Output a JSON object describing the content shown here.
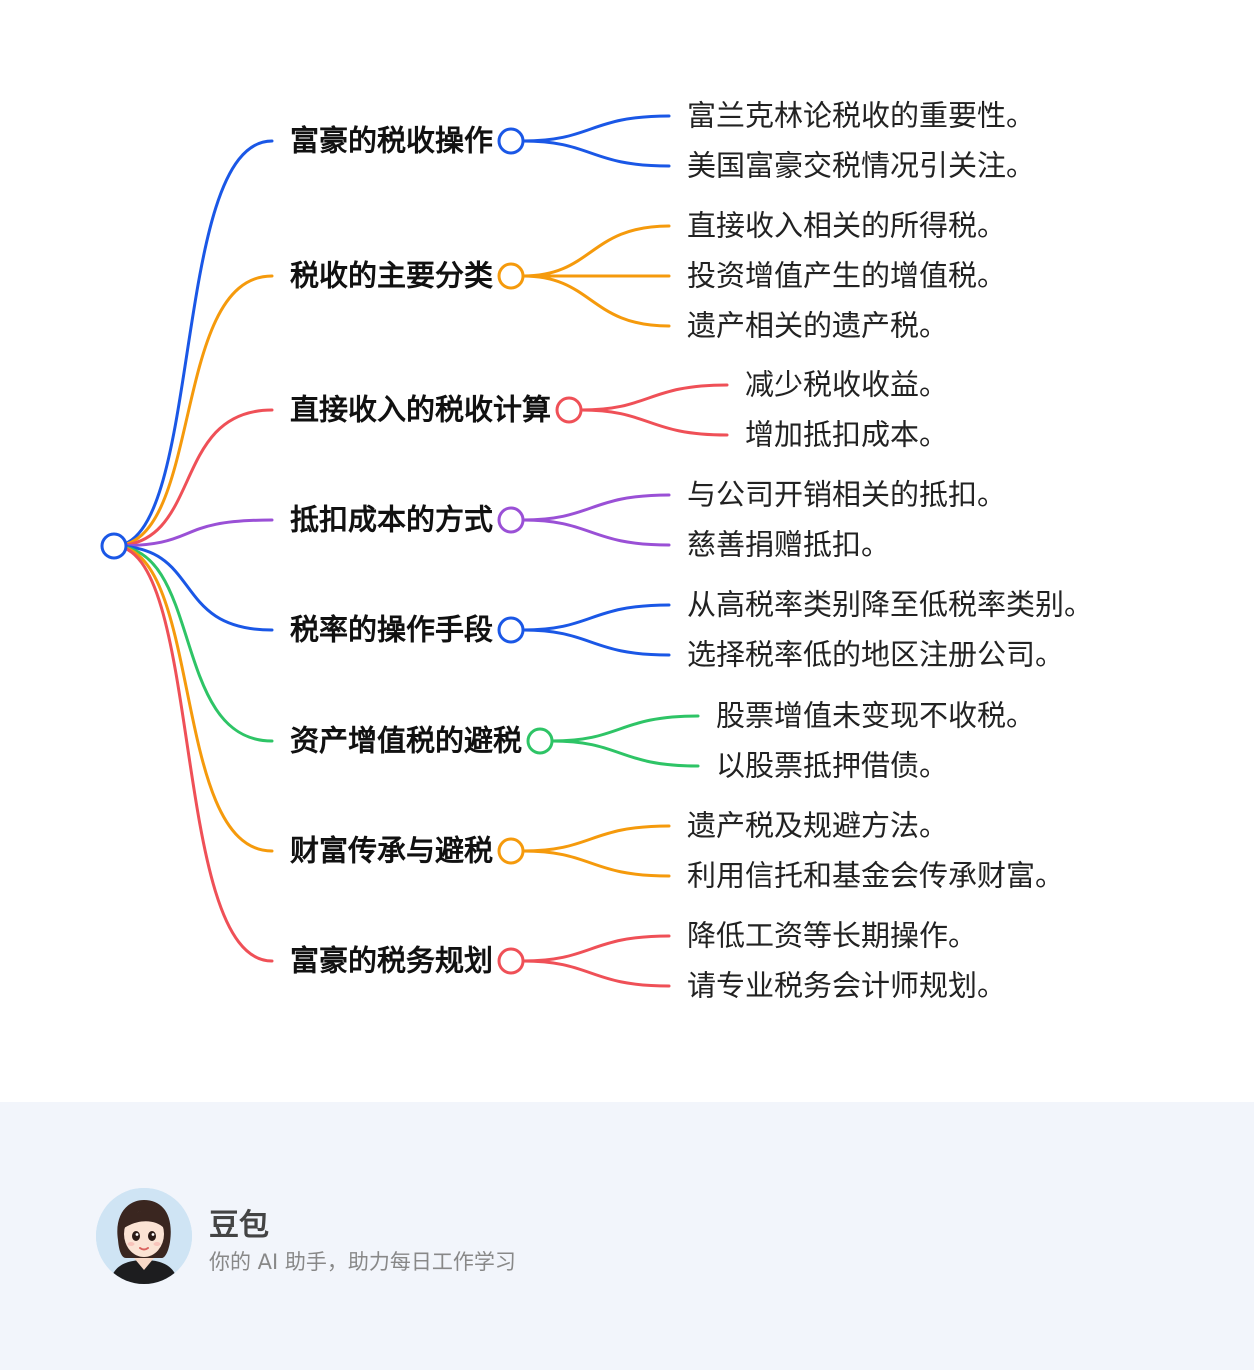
{
  "mindmap": {
    "branches": [
      {
        "label": "富豪的税收操作",
        "color": "#1a57e6",
        "children": [
          "富兰克林论税收的重要性。",
          "美国富豪交税情况引关注。"
        ]
      },
      {
        "label": "税收的主要分类",
        "color": "#f59a0c",
        "children": [
          "直接收入相关的所得税。",
          "投资增值产生的增值税。",
          "遗产相关的遗产税。"
        ]
      },
      {
        "label": "直接收入的税收计算",
        "color": "#ef5057",
        "children": [
          "减少税收收益。",
          "增加抵扣成本。"
        ]
      },
      {
        "label": "抵扣成本的方式",
        "color": "#9a50d6",
        "children": [
          "与公司开销相关的抵扣。",
          "慈善捐赠抵扣。"
        ]
      },
      {
        "label": "税率的操作手段",
        "color": "#1a57e6",
        "children": [
          "从高税率类别降至低税率类别。",
          "选择税率低的地区注册公司。"
        ]
      },
      {
        "label": "资产增值税的避税",
        "color": "#2ec466",
        "children": [
          "股票增值未变现不收税。",
          "以股票抵押借债。"
        ]
      },
      {
        "label": "财富传承与避税",
        "color": "#f59a0c",
        "children": [
          "遗产税及规避方法。",
          "利用信托和基金会传承财富。"
        ]
      },
      {
        "label": "富豪的税务规划",
        "color": "#ef5057",
        "children": [
          "降低工资等长期操作。",
          "请专业税务会计师规划。"
        ]
      }
    ]
  },
  "footer": {
    "brand_name": "豆包",
    "tagline": "你的 AI 助手，助力每日工作学习"
  }
}
